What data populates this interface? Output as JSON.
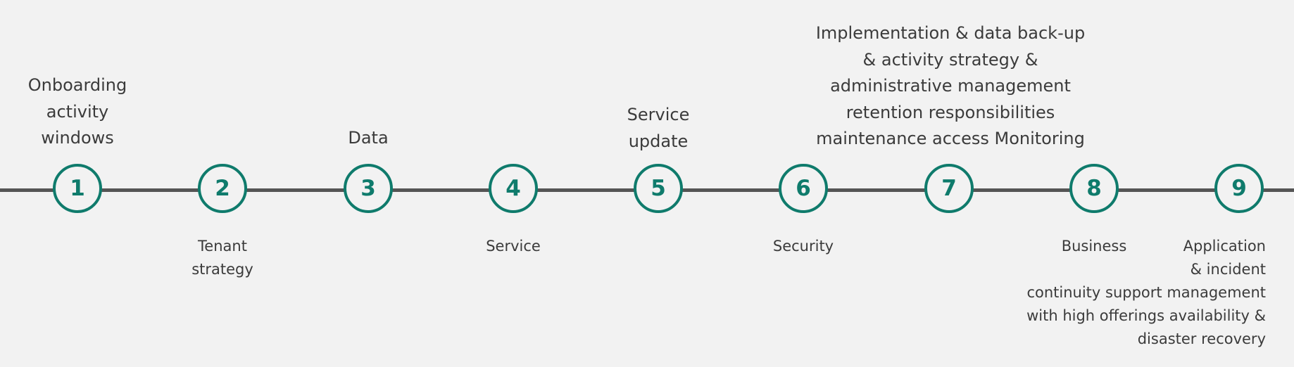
{
  "diagram": {
    "steps": [
      {
        "number": "1",
        "top_label": "Onboarding\nactivity\nwindows",
        "bottom_label": ""
      },
      {
        "number": "2",
        "top_label": "",
        "bottom_label": "Tenant\nstrategy"
      },
      {
        "number": "3",
        "top_label": "Data",
        "bottom_label": ""
      },
      {
        "number": "4",
        "top_label": "",
        "bottom_label": "Service"
      },
      {
        "number": "5",
        "top_label": "Service\nupdate",
        "bottom_label": ""
      },
      {
        "number": "6",
        "top_label": "",
        "bottom_label": "Security"
      },
      {
        "number": "7",
        "top_label": "Implementation & data back-up\n& activity strategy &\nadministrative management\nretention responsibilities\nmaintenance access Monitoring",
        "bottom_label": ""
      },
      {
        "number": "8",
        "top_label": "",
        "bottom_label": "Business"
      },
      {
        "number": "9",
        "top_label": "",
        "bottom_label": "Application\n& incident\ncontinuity support management\nwith high offerings availability &\ndisaster recovery"
      }
    ],
    "colors": {
      "accent": "#0f7b6c",
      "line": "#555555",
      "background": "#f2f2f2",
      "text": "#3b3b3b"
    }
  }
}
